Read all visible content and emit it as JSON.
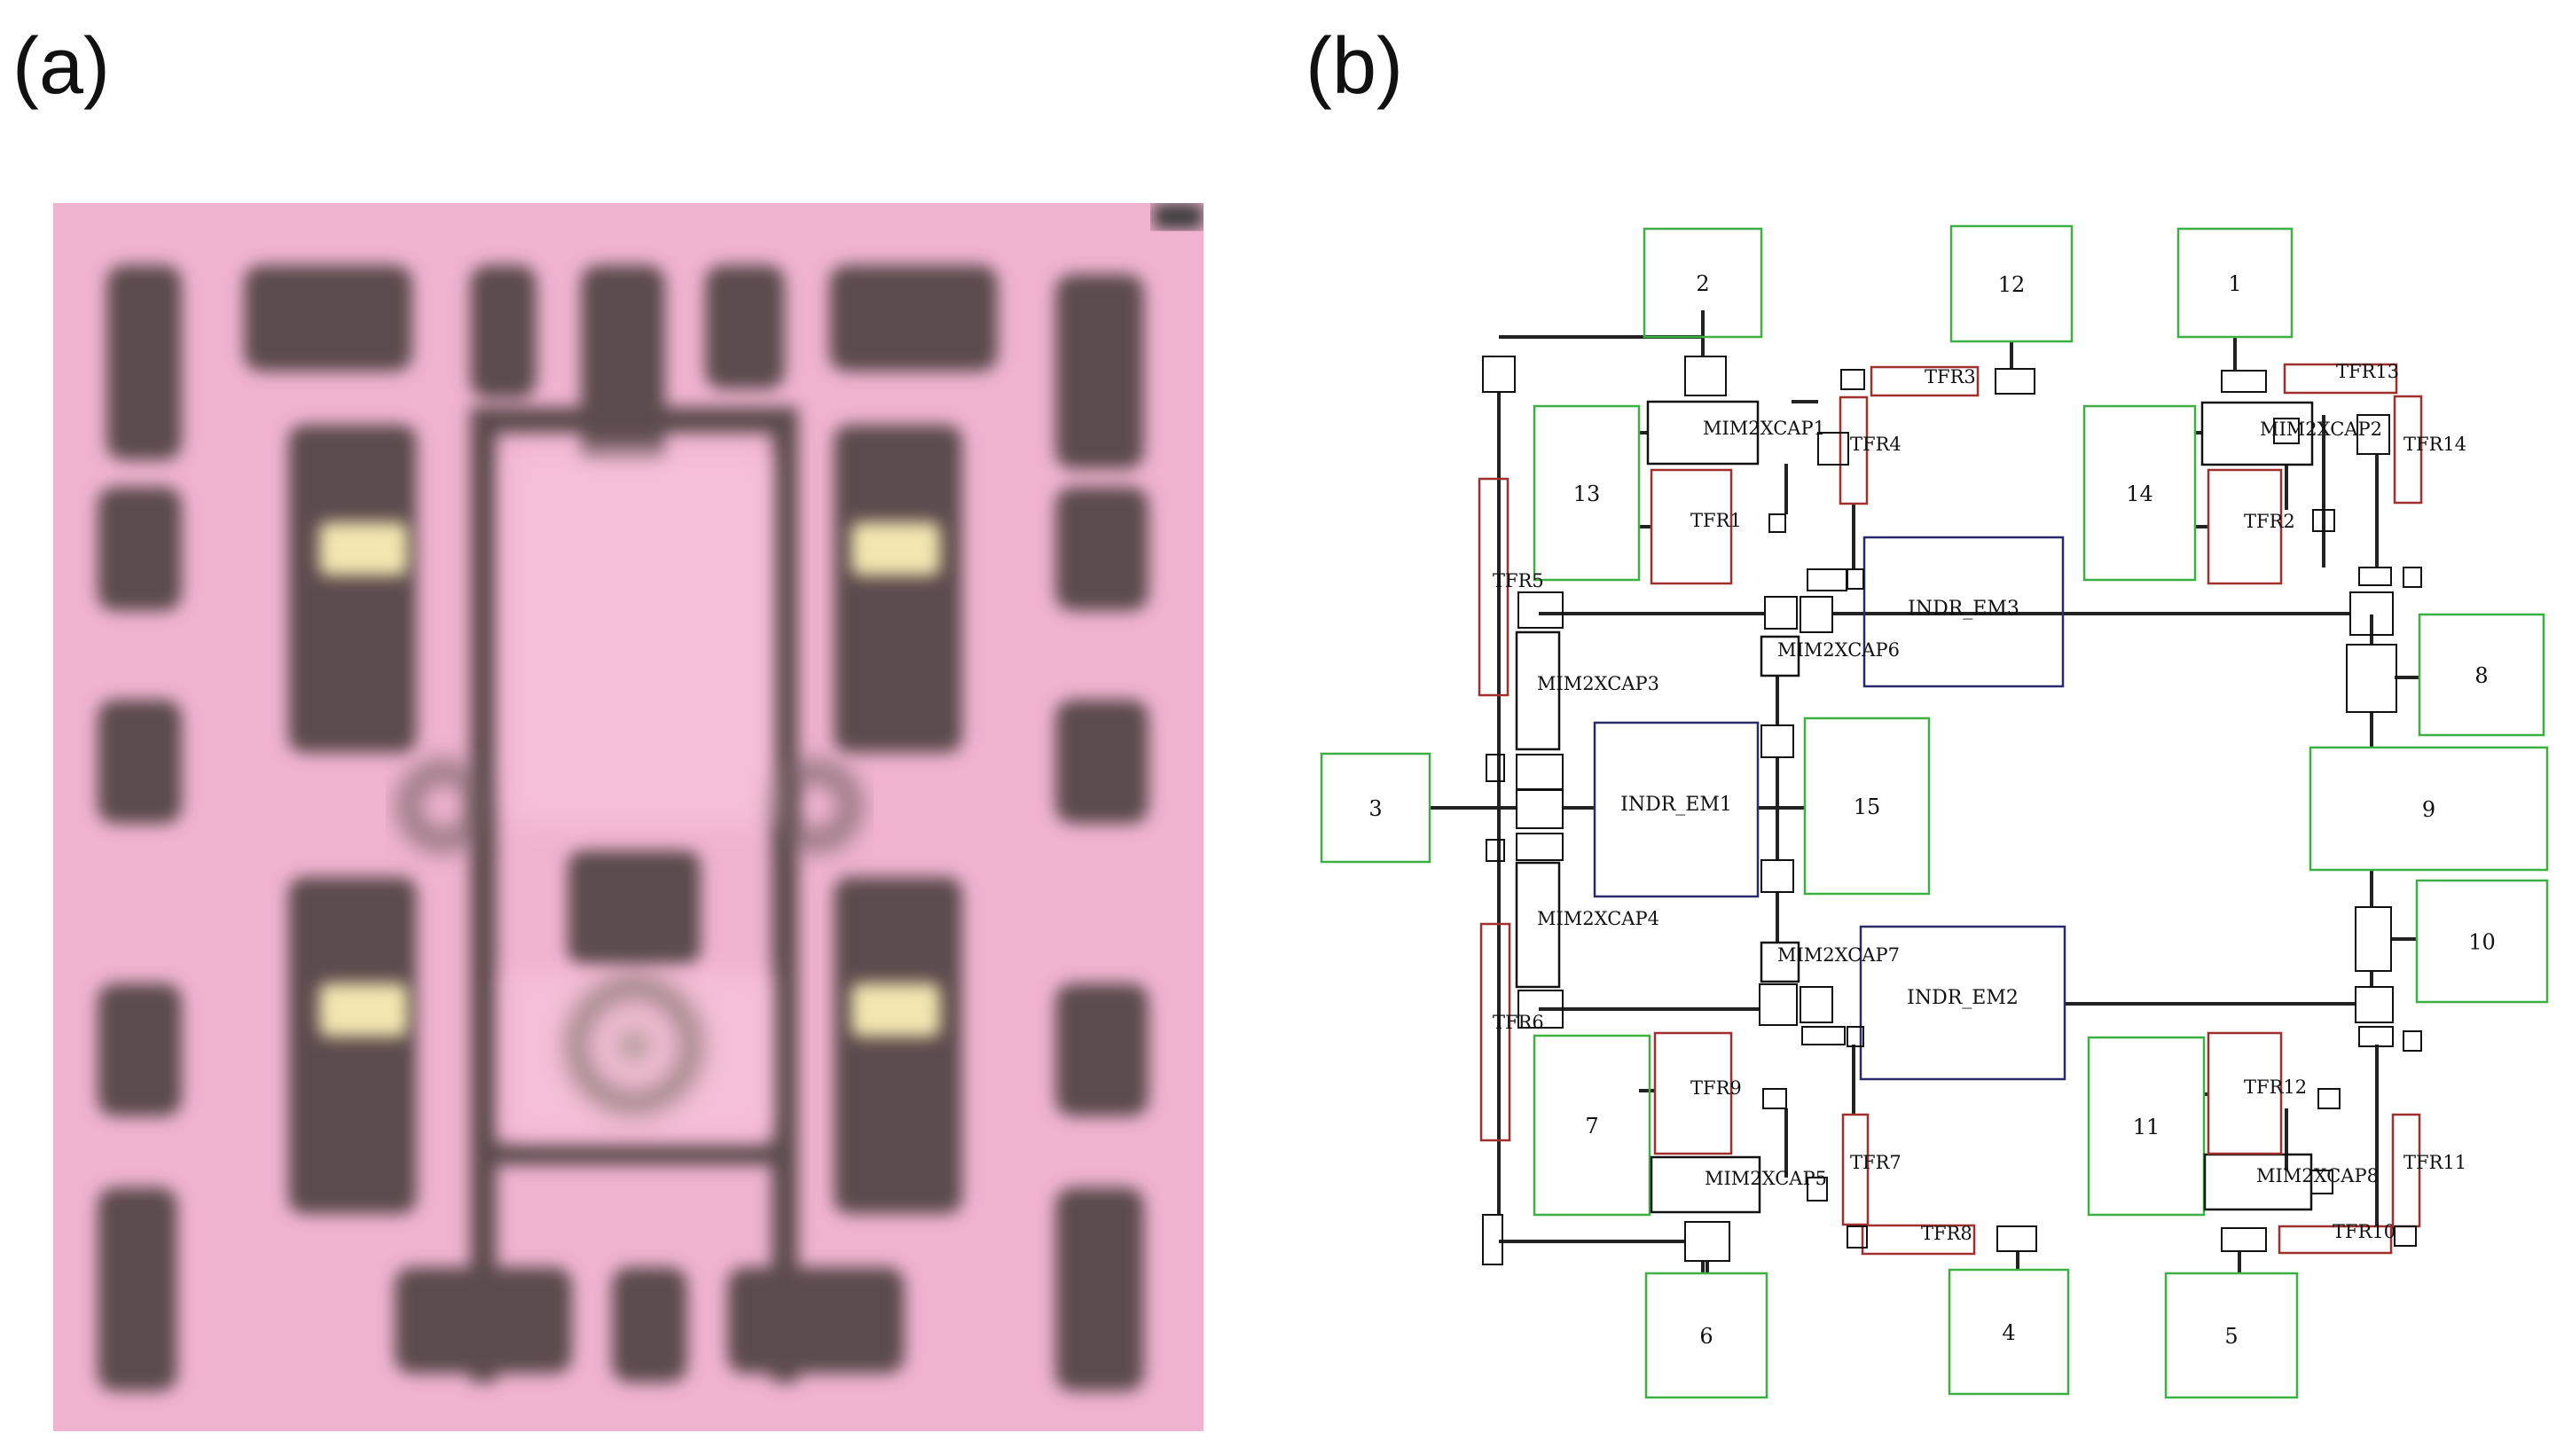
{
  "panels": {
    "a": {
      "label": "(a)"
    },
    "b": {
      "label": "(b)"
    }
  },
  "colors": {
    "pad": "#3cb043",
    "resistor": "#a0302e",
    "inductor": "#2a2a6a",
    "capacitor": "#111111",
    "substrate": "#f2b6d2",
    "metal": "#5a4a4c"
  },
  "pads": [
    "1",
    "2",
    "3",
    "4",
    "5",
    "6",
    "7",
    "8",
    "9",
    "10",
    "11",
    "12",
    "13",
    "14",
    "15"
  ],
  "resistors": [
    "TFR1",
    "TFR2",
    "TFR3",
    "TFR4",
    "TFR5",
    "TFR6",
    "TFR7",
    "TFR8",
    "TFR9",
    "TFR10",
    "TFR11",
    "TFR12",
    "TFR13",
    "TFR14"
  ],
  "capacitors": [
    "MIM2XCAP1",
    "MIM2XCAP2",
    "MIM2XCAP3",
    "MIM2XCAP4",
    "MIM2XCAP5",
    "MIM2XCAP6",
    "MIM2XCAP7",
    "MIM2XCAP8"
  ],
  "inductors": [
    "INDR_EM1",
    "INDR_EM2",
    "INDR_EM3"
  ]
}
